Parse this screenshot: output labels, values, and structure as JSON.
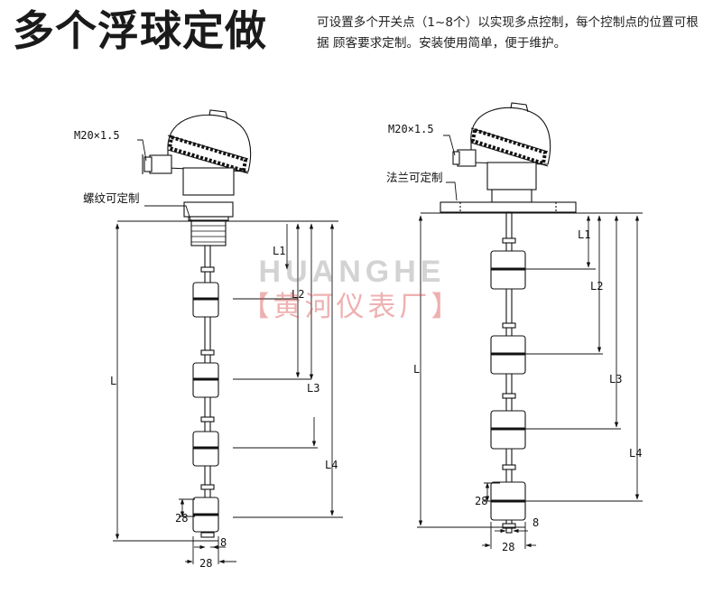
{
  "header": {
    "title": "多个浮球定做",
    "description": "可设置多个开关点（1~8个）以实现多点控制，每个控制点的位置可根据 顾客要求定制。安装使用简单，便于维护。"
  },
  "watermark": {
    "brand_en": "HUANGHE",
    "brand_cn": "【黄河仪表厂】"
  },
  "left_diagram": {
    "thread_label": "M20×1.5",
    "fitting_label": "螺纹可定制",
    "dims": {
      "L1": "L1",
      "L2": "L2",
      "L3": "L3",
      "L4": "L4",
      "L": "L",
      "h28": "28",
      "w8": "8",
      "w28": "28"
    }
  },
  "right_diagram": {
    "thread_label": "M20×1.5",
    "fitting_label": "法兰可定制",
    "dims": {
      "L1": "L1",
      "L2": "L2",
      "L3": "L3",
      "L4": "L4",
      "L": "L",
      "h28": "28",
      "w8": "8",
      "w28": "28"
    }
  }
}
